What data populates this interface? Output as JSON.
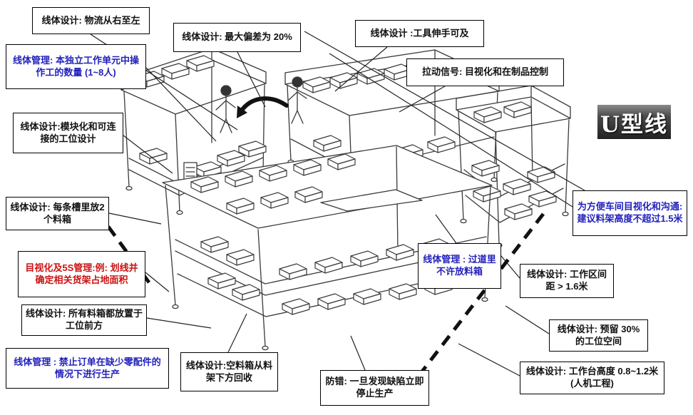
{
  "title": {
    "text": "U型线"
  },
  "palette": {
    "black": "#111111",
    "blue": "#2222bb",
    "red": "#cc1111",
    "line": "#3a3a3a"
  },
  "callouts": [
    {
      "id": "material-flow",
      "text": "线体设计: 物流从右至左",
      "color": "#111111"
    },
    {
      "id": "operator-count",
      "text": "线体管理:  本独立工作单元中操作工的数量 (1~8人)",
      "color": "#2222bb"
    },
    {
      "id": "modular-design",
      "text": "线体设计:模块化和可连接的工位设计",
      "color": "#111111"
    },
    {
      "id": "two-bins-per-slot",
      "text": "线体设计: 每条槽里放2个料箱",
      "color": "#111111"
    },
    {
      "id": "5s-floor-marking",
      "text": "目视化及5S管理:例:  划线并确定相关货架占地面积",
      "color": "#cc1111"
    },
    {
      "id": "bins-in-front",
      "text": "线体设计: 所有料箱都放置于工位前方",
      "color": "#111111"
    },
    {
      "id": "no-missing-parts",
      "text": "线体管理 : 禁止订单在缺少零配件的情况下进行生产",
      "color": "#2222bb"
    },
    {
      "id": "max-deviation",
      "text": "线体设计:  最大偏差为 20%",
      "color": "#111111"
    },
    {
      "id": "tools-within-reach",
      "text": "线体设计 :工具伸手可及",
      "color": "#111111"
    },
    {
      "id": "pull-signal",
      "text": "拉动信号:  目视化和在制品控制",
      "color": "#111111"
    },
    {
      "id": "rack-height",
      "text": "为方便车间目视化和沟通: 建议料架高度不超过1.5米",
      "color": "#2222bb"
    },
    {
      "id": "no-bins-in-aisle",
      "text": "线体管理 : 过道里不许放料箱",
      "color": "#2222bb"
    },
    {
      "id": "workstation-spacing",
      "text": "线体设计: 工作区间距 > 1.6米",
      "color": "#111111"
    },
    {
      "id": "reserve-space",
      "text": "线体设计: 预留 30% 的工位空间",
      "color": "#111111"
    },
    {
      "id": "workbench-height",
      "text": "线体设计: 工作台高度 0.8~1.2米 (人机工程)",
      "color": "#111111"
    },
    {
      "id": "empty-bin-return",
      "text": "线体设计:空料箱从料架下方回收",
      "color": "#111111"
    },
    {
      "id": "error-proofing",
      "text": "防错: 一旦发现缺陷立即停止生产",
      "color": "#111111"
    }
  ]
}
